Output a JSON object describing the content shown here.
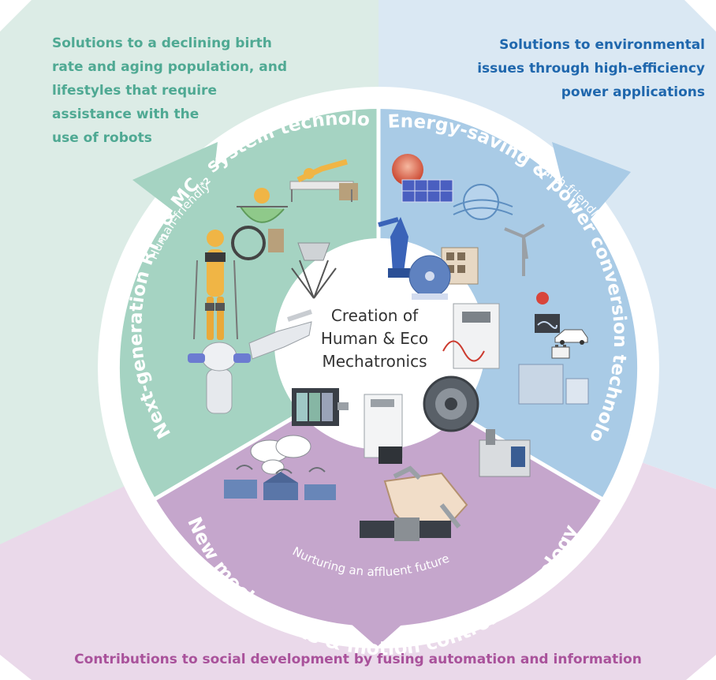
{
  "corners": {
    "top_left": [
      "Solutions to a declining birth",
      "rate and aging population, and",
      "lifestyles that require",
      "assistance with the",
      "use of robots"
    ],
    "top_right": [
      "Solutions to environmental",
      "issues through high-efficiency",
      "power applications"
    ],
    "bottom": "Contributions to social development by fusing automation and information"
  },
  "center": [
    "Creation of",
    "Human & Eco",
    "Mechatronics"
  ],
  "segments": {
    "left": {
      "title_prefix": "Next-generation RT",
      "note1": "*1",
      "connector": " & MC",
      "note2": "*2",
      "title_suffix": " system technology",
      "subtitle": "Human-friendly"
    },
    "right": {
      "title": "Energy-saving & power conversion technology",
      "subtitle": "Earth-friendly"
    },
    "bottom": {
      "title": "New mechanisms & motion control technology",
      "subtitle": "Nurturing an affluent future"
    }
  },
  "colors": {
    "left_segment": "#a5d3c2",
    "left_background": "#dcece6",
    "right_segment": "#a9cbe6",
    "right_background": "#dae8f3",
    "bottom_segment": "#c5a6cc",
    "bottom_background": "#ead9ea",
    "left_text": "#4fa993",
    "right_text": "#1f67ad",
    "bottom_text": "#a9529b"
  },
  "icons": [
    "exoskeleton-robot-icon",
    "wheelchair-icon",
    "care-bed-icon",
    "parallel-link-robot-icon",
    "dual-arm-robot-icon",
    "robot-hand-icon",
    "industrial-robot-arm-icon",
    "solar-panel-icon",
    "wind-turbine-icon",
    "inverter-icon",
    "electric-car-icon",
    "battery-icon",
    "servo-motor-icon",
    "servo-drive-icon",
    "gear-reducer-icon",
    "cloud-network-icon",
    "factory-icon",
    "machine-tool-icon",
    "linear-motion-stage-icon"
  ]
}
